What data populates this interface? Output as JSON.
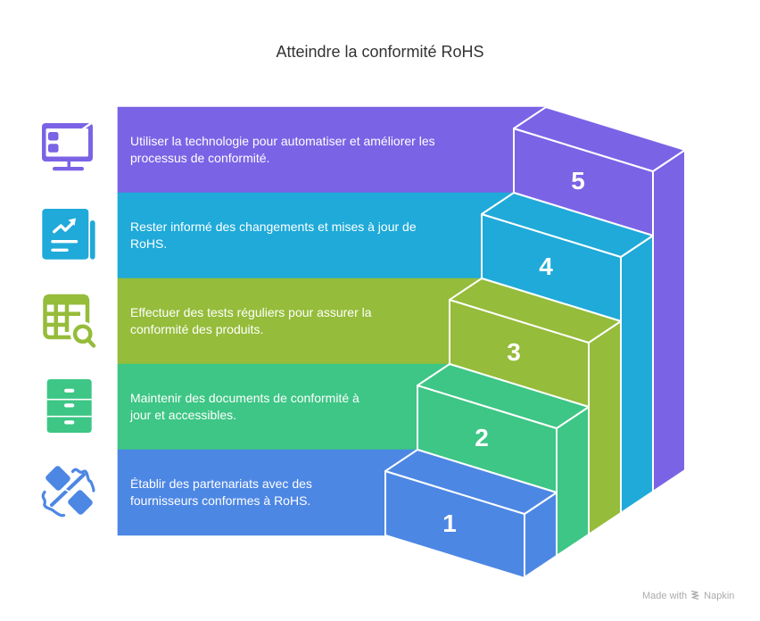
{
  "title": "Atteindre la conformité RoHS",
  "steps": [
    {
      "number": "1",
      "color": "#4D87E4",
      "icon": "handshake-gear-icon",
      "lines": [
        "Établir des partenariats avec des",
        "fournisseurs conformes à RoHS."
      ]
    },
    {
      "number": "2",
      "color": "#3DC685",
      "icon": "file-cabinet-icon",
      "lines": [
        "Maintenir des documents de conformité à",
        "jour et accessibles."
      ]
    },
    {
      "number": "3",
      "color": "#95BC3A",
      "icon": "table-search-icon",
      "lines": [
        "Effectuer des tests réguliers pour assurer la",
        "conformité des produits."
      ]
    },
    {
      "number": "4",
      "color": "#1FAAD9",
      "icon": "trend-report-icon",
      "lines": [
        "Rester informé des changements et mises à jour de",
        "RoHS."
      ]
    },
    {
      "number": "5",
      "color": "#7B63E6",
      "icon": "computer-monitor-icon",
      "lines": [
        "Utiliser la technologie pour automatiser et améliorer les",
        "processus de conformité."
      ]
    }
  ],
  "footer": {
    "made_with": "Made with",
    "brand": "Napkin",
    "brand_icon": "napkin-logo-icon"
  }
}
